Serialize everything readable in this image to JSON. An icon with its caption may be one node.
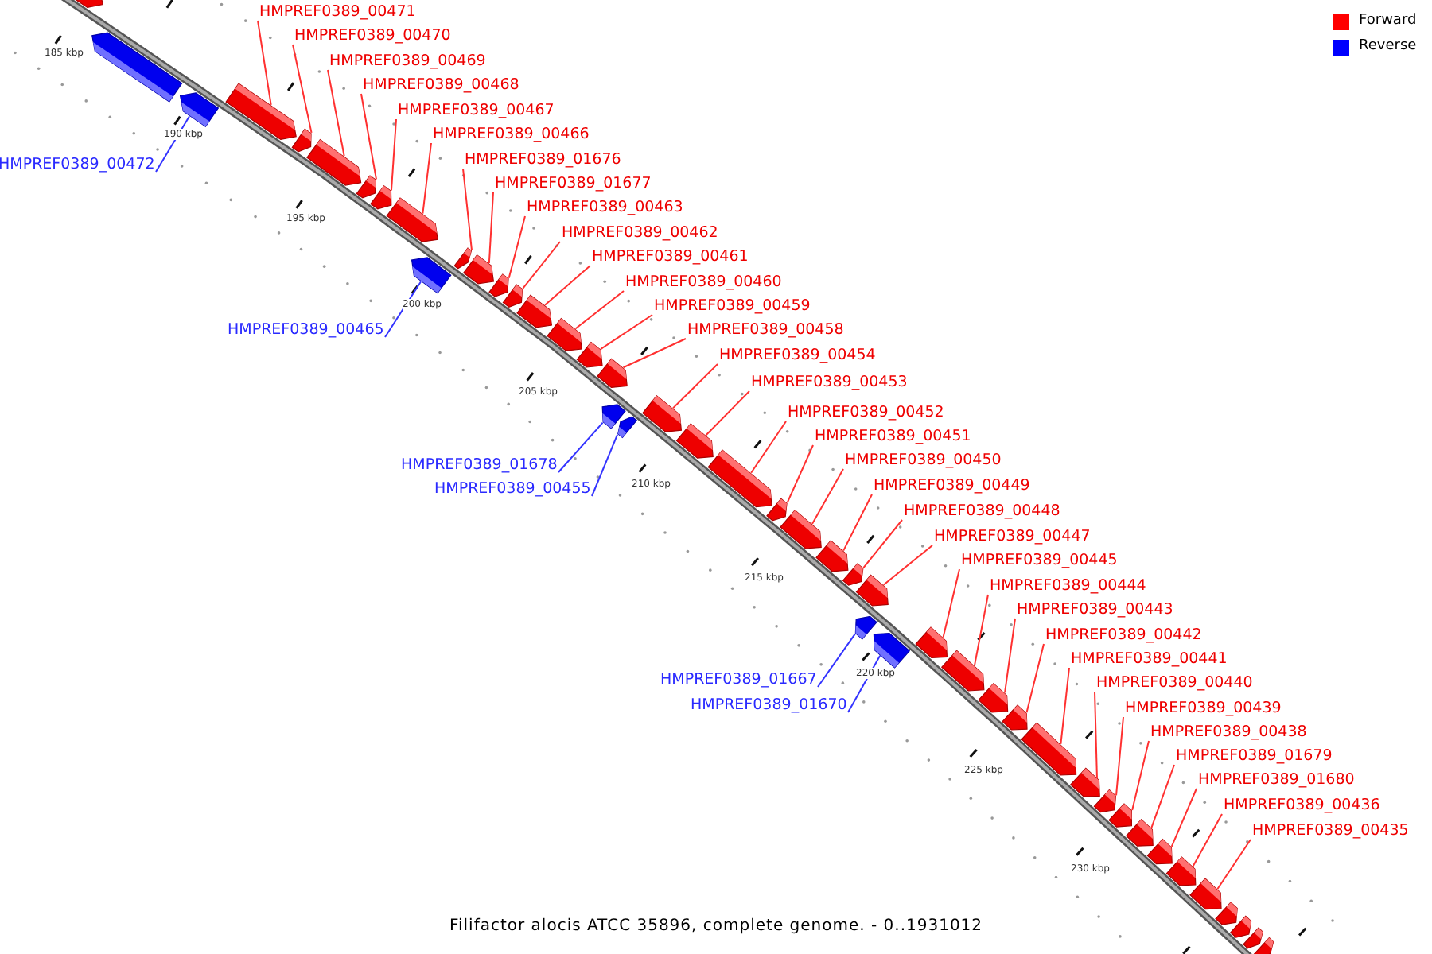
{
  "diagram": {
    "caption": "Filifactor alocis ATCC 35896, complete genome. - 0..1931012",
    "nodes": [
      {
        "text": [
          "HMPREF0389_00471"
        ]
      },
      {
        "text": [
          "HMPREF0389_00470"
        ]
      },
      {
        "text": [
          "HMPREF0389_00469"
        ]
      },
      {
        "text": [
          "HMPREF0389_00468"
        ]
      },
      {
        "text": [
          "HMPREF0389_00467"
        ]
      },
      {
        "text": [
          "HMPREF0389_00466"
        ]
      },
      {
        "text": [
          "HMPREF0389_01676"
        ]
      },
      {
        "text": [
          "HMPREF0389_00472"
        ]
      },
      {
        "text": [
          "HMPREF0389_01677"
        ]
      },
      {
        "text": [
          "HMPREF0389_00463"
        ]
      },
      {
        "text": [
          "HMPREF0389_00462"
        ]
      },
      {
        "text": [
          "HMPREF0389_00461"
        ]
      },
      {
        "text": [
          "HMPREF0389_00460"
        ]
      },
      {
        "text": [
          "HMPREF0389_00459"
        ]
      },
      {
        "text": [
          "HMPREF0389_00465"
        ]
      },
      {
        "text": [
          "HMPREF0389_00458"
        ]
      },
      {
        "text": [
          "HMPREF0389_00454"
        ]
      },
      {
        "text": [
          "HMPREF0389_00453"
        ]
      },
      {
        "text": [
          "HMPREF0389_00452"
        ]
      },
      {
        "text": [
          "HMPREF0389_00451"
        ]
      },
      {
        "text": [
          "HMPREF0389_00450"
        ]
      },
      {
        "text": [
          "HMPREF0389_01678"
        ]
      },
      {
        "text": [
          "HMPREF0389_00449"
        ]
      },
      {
        "text": [
          "HMPREF0389_00455"
        ]
      },
      {
        "text": [
          "HMPREF0389_00448"
        ]
      },
      {
        "text": [
          "HMPREF0389_00447"
        ]
      },
      {
        "text": [
          "HMPREF0389_00445"
        ]
      },
      {
        "text": [
          "HMPREF0389_00444"
        ]
      },
      {
        "text": [
          "HMPREF0389_00443"
        ]
      },
      {
        "text": [
          "HMPREF0389_00442"
        ]
      },
      {
        "text": [
          "HMPREF0389_00441"
        ]
      },
      {
        "text": [
          "HMPREF0389_01667"
        ]
      },
      {
        "text": [
          "HMPREF0389_00440"
        ]
      },
      {
        "text": [
          "HMPREF0389_01670"
        ]
      },
      {
        "text": [
          "HMPREF0389_00439"
        ]
      },
      {
        "text": [
          "HMPREF0389_00438"
        ]
      },
      {
        "text": [
          "HMPREF0389_01679"
        ]
      },
      {
        "text": [
          "HMPREF0389_01680"
        ]
      },
      {
        "text": [
          "HMPREF0389_00436"
        ]
      },
      {
        "text": [
          "HMPREF0389_00435"
        ]
      },
      {
        "text": [],
        "shape": "arrow"
      },
      {
        "text": [],
        "shape": "arrow"
      },
      {
        "text": [],
        "shape": "arrow"
      },
      {
        "text": [],
        "shape": "arrow"
      },
      {
        "text": [],
        "shape": "arrow"
      },
      {
        "text": [],
        "shape": "arrow"
      },
      {
        "text": [],
        "shape": "arrow"
      },
      {
        "text": [],
        "shape": "arrow"
      },
      {
        "text": [],
        "shape": "arrow"
      },
      {
        "text": [],
        "shape": "arrow"
      },
      {
        "text": [],
        "shape": "arrow"
      },
      {
        "text": [],
        "shape": "arrow"
      },
      {
        "text": [],
        "shape": "arrow"
      },
      {
        "text": [],
        "shape": "arrow"
      },
      {
        "text": [],
        "shape": "arrow"
      },
      {
        "text": [],
        "shape": "arrow"
      },
      {
        "text": [],
        "shape": "arrow"
      },
      {
        "text": [],
        "shape": "arrow"
      },
      {
        "text": [],
        "shape": "arrow"
      },
      {
        "text": [],
        "shape": "arrow"
      },
      {
        "text": [],
        "shape": "arrow"
      },
      {
        "text": [],
        "shape": "arrow"
      },
      {
        "text": [],
        "shape": "arrow"
      },
      {
        "text": [],
        "shape": "arrow"
      },
      {
        "text": [],
        "shape": "arrow"
      },
      {
        "text": [],
        "shape": "arrow"
      },
      {
        "text": [],
        "shape": "arrow"
      },
      {
        "text": [],
        "shape": "arrow"
      },
      {
        "text": [],
        "shape": "arrow"
      },
      {
        "text": [],
        "shape": "arrow"
      },
      {
        "text": [],
        "shape": "arrow"
      },
      {
        "text": [],
        "shape": "arrow"
      },
      {
        "text": [],
        "shape": "arrow"
      },
      {
        "text": [],
        "shape": "arrow"
      },
      {
        "text": [],
        "shape": "arrow"
      },
      {
        "text": [],
        "shape": "arrow"
      },
      {
        "text": [],
        "shape": "arrow"
      },
      {
        "text": [],
        "shape": "arrow"
      },
      {
        "text": [],
        "shape": "arrow"
      },
      {
        "text": [],
        "shape": "arrow"
      },
      {
        "text": [],
        "shape": "arrow"
      },
      {
        "text": [],
        "shape": "arrow"
      },
      {
        "text": [],
        "shape": "arrow"
      },
      {
        "text": [],
        "shape": "arrow"
      },
      {
        "text": [],
        "shape": "arrow"
      },
      {
        "text": [],
        "shape": "arrow"
      }
    ],
    "edges": [
      {
        "from": 0,
        "to": 43,
        "arrow": "none"
      },
      {
        "from": 1,
        "to": 44,
        "arrow": "none"
      },
      {
        "from": 2,
        "to": 45,
        "arrow": "none"
      },
      {
        "from": 3,
        "to": 46,
        "arrow": "none"
      },
      {
        "from": 4,
        "to": 47,
        "arrow": "none"
      },
      {
        "from": 5,
        "to": 48,
        "arrow": "none"
      },
      {
        "from": 6,
        "to": 50,
        "arrow": "none"
      },
      {
        "from": 7,
        "to": 42,
        "arrow": "none",
        "color": "#3333ff"
      },
      {
        "from": 8,
        "to": 51,
        "arrow": "none"
      },
      {
        "from": 9,
        "to": 52,
        "arrow": "none"
      },
      {
        "from": 10,
        "to": 53,
        "arrow": "none"
      },
      {
        "from": 11,
        "to": 54,
        "arrow": "none"
      },
      {
        "from": 12,
        "to": 55,
        "arrow": "none"
      },
      {
        "from": 13,
        "to": 56,
        "arrow": "none"
      },
      {
        "from": 14,
        "to": 49,
        "arrow": "none",
        "color": "#3333ff"
      },
      {
        "from": 15,
        "to": 57,
        "arrow": "none"
      },
      {
        "from": 16,
        "to": 60,
        "arrow": "none"
      },
      {
        "from": 17,
        "to": 61,
        "arrow": "none"
      },
      {
        "from": 18,
        "to": 62,
        "arrow": "none"
      },
      {
        "from": 19,
        "to": 63,
        "arrow": "none"
      },
      {
        "from": 20,
        "to": 64,
        "arrow": "none"
      },
      {
        "from": 21,
        "to": 58,
        "arrow": "none",
        "color": "#3333ff"
      },
      {
        "from": 22,
        "to": 65,
        "arrow": "none"
      },
      {
        "from": 23,
        "to": 59,
        "arrow": "none",
        "color": "#3333ff"
      },
      {
        "from": 24,
        "to": 66,
        "arrow": "none"
      },
      {
        "from": 25,
        "to": 67,
        "arrow": "none"
      },
      {
        "from": 26,
        "to": 70,
        "arrow": "none"
      },
      {
        "from": 27,
        "to": 71,
        "arrow": "none"
      },
      {
        "from": 28,
        "to": 72,
        "arrow": "none"
      },
      {
        "from": 29,
        "to": 73,
        "arrow": "none"
      },
      {
        "from": 30,
        "to": 74,
        "arrow": "none"
      },
      {
        "from": 31,
        "to": 68,
        "arrow": "none",
        "color": "#3333ff"
      },
      {
        "from": 32,
        "to": 75,
        "arrow": "none"
      },
      {
        "from": 33,
        "to": 69,
        "arrow": "none",
        "color": "#3333ff"
      },
      {
        "from": 34,
        "to": 76,
        "arrow": "none"
      },
      {
        "from": 35,
        "to": 77,
        "arrow": "none"
      },
      {
        "from": 36,
        "to": 78,
        "arrow": "none"
      },
      {
        "from": 37,
        "to": 79,
        "arrow": "none"
      },
      {
        "from": 38,
        "to": 80,
        "arrow": "none"
      },
      {
        "from": 39,
        "to": 81,
        "arrow": "none"
      }
    ],
    "labels": [
      "185 kbp",
      "190 kbp",
      "195 kbp",
      "200 kbp",
      "205 kbp",
      "210 kbp",
      "215 kbp",
      "220 kbp",
      "225 kbp",
      "230 kbp"
    ],
    "legend": [
      {
        "text": "Forward",
        "color": "#ff0000"
      },
      {
        "text": "Reverse",
        "color": "#0000ff"
      }
    ]
  }
}
